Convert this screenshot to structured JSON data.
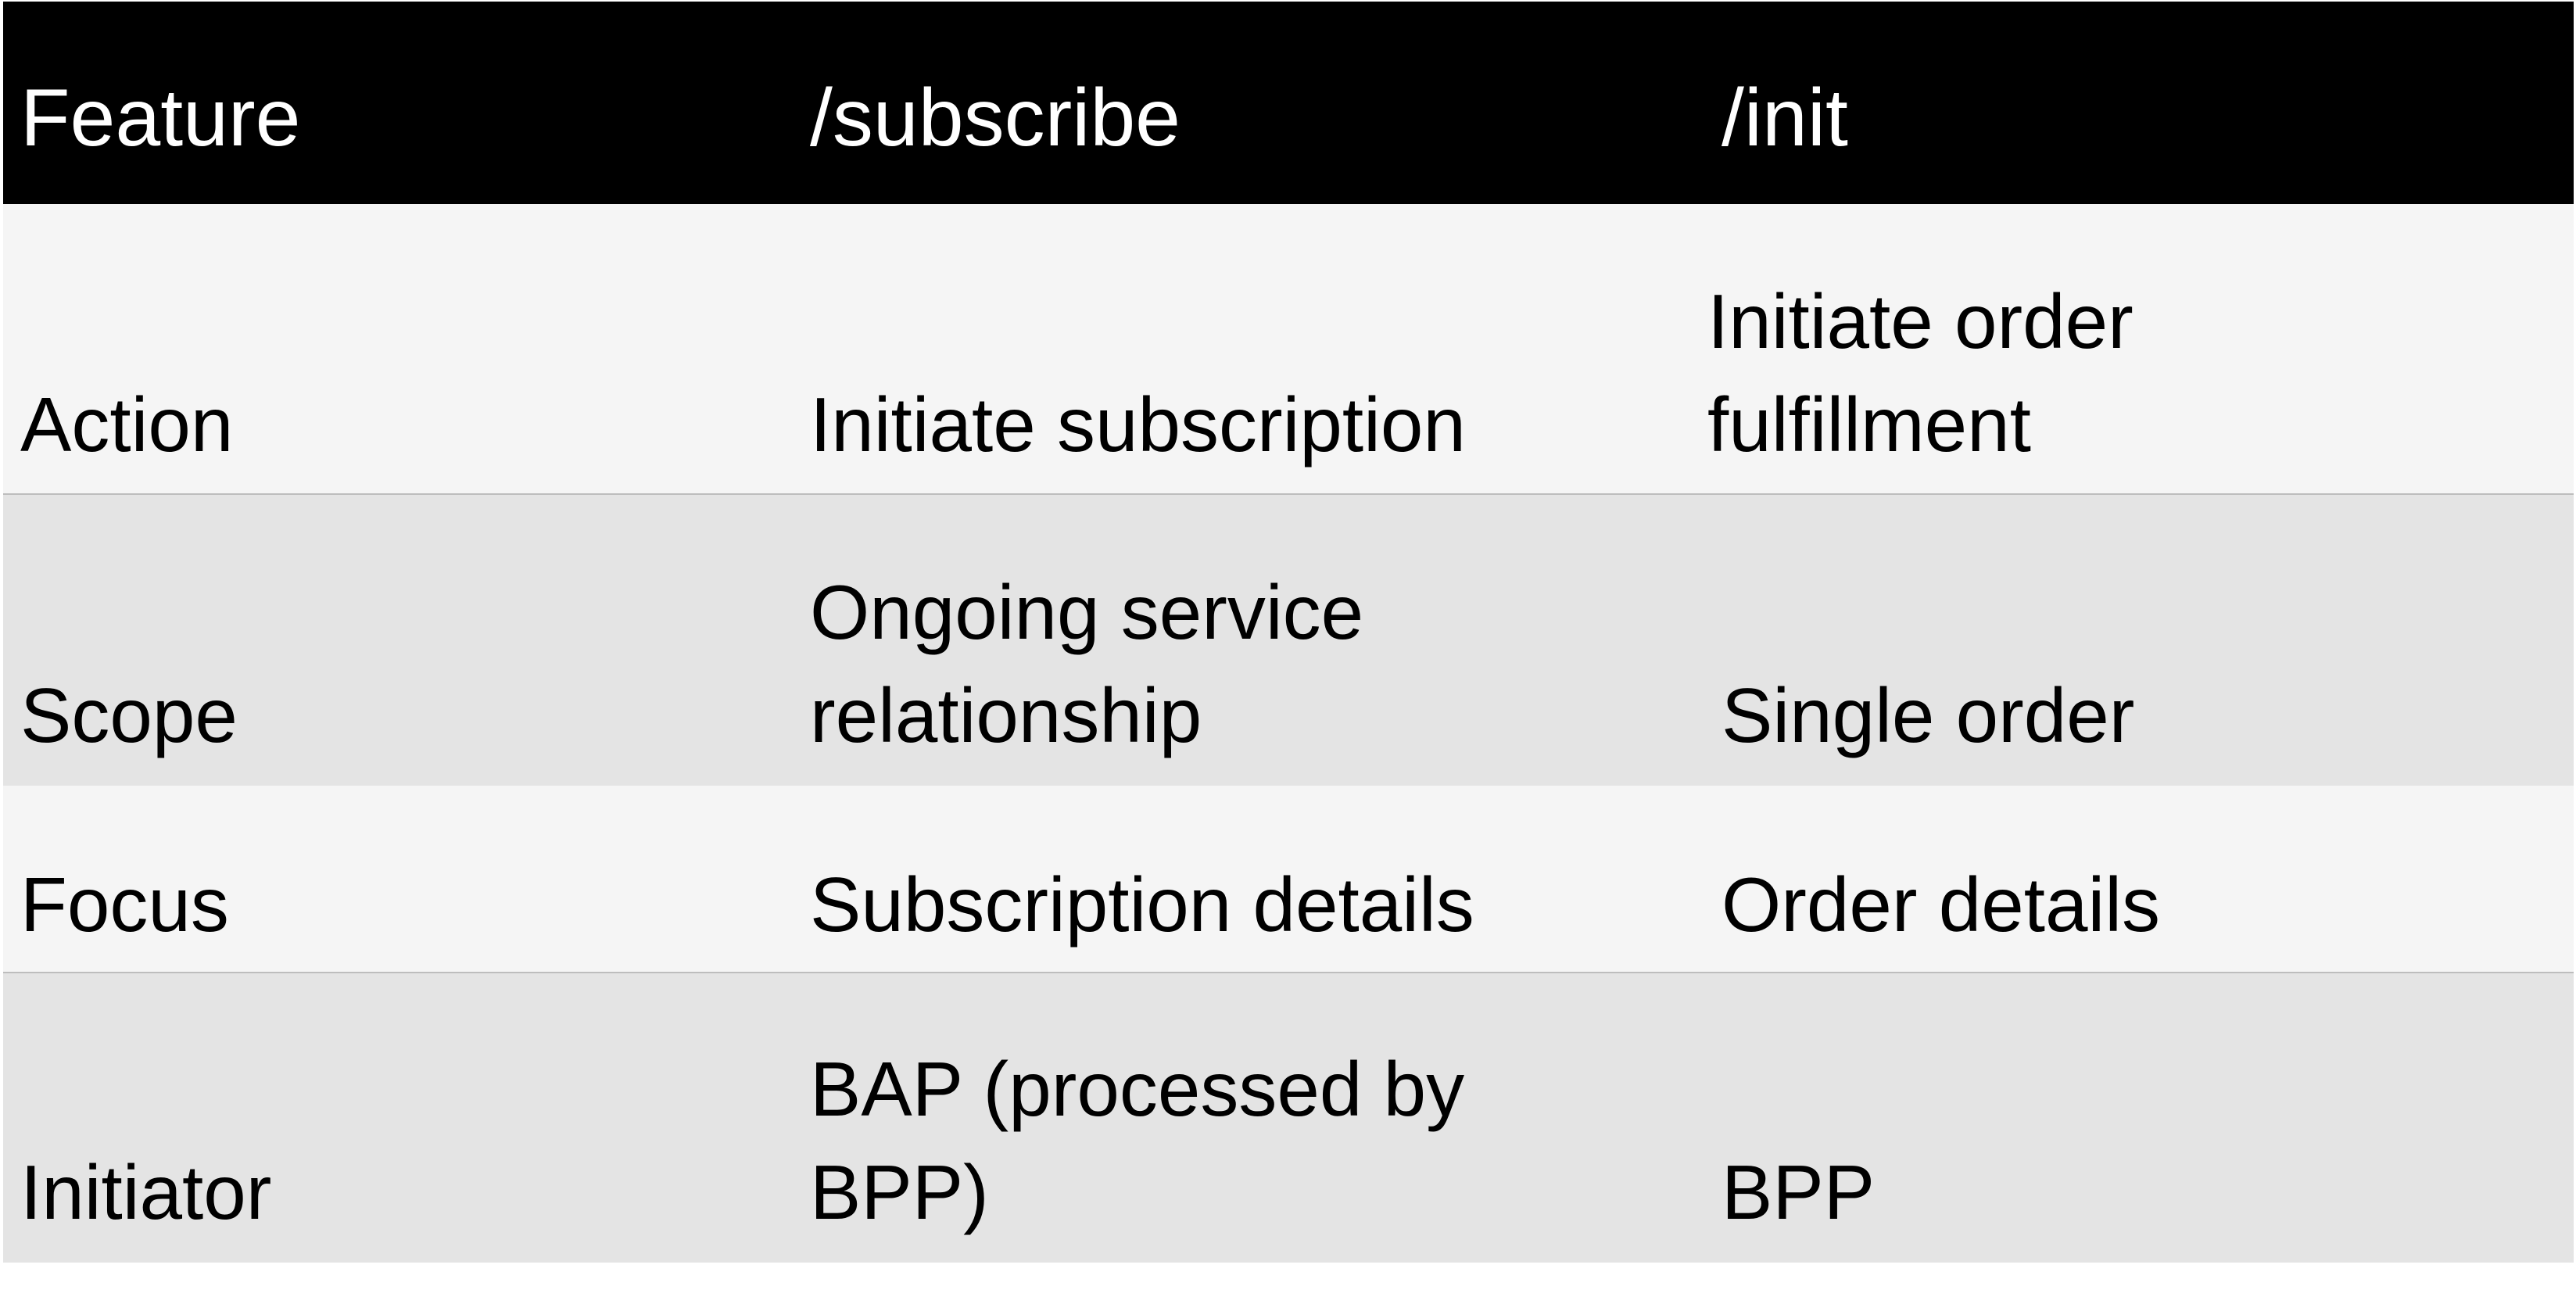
{
  "table": {
    "headers": [
      "Feature",
      "/subscribe",
      "/init"
    ],
    "rows": [
      {
        "feature": "Action",
        "subscribe": [
          "Initiate subscription"
        ],
        "init": [
          "Initiate order",
          "fulfillment"
        ]
      },
      {
        "feature": "Scope",
        "subscribe": [
          "Ongoing service",
          "relationship"
        ],
        "init": [
          "Single order"
        ]
      },
      {
        "feature": "Focus",
        "subscribe": [
          "Subscription details"
        ],
        "init": [
          "Order details"
        ]
      },
      {
        "feature": "Initiator",
        "subscribe": [
          "BAP (processed by",
          "BPP)"
        ],
        "init": [
          "BPP"
        ]
      }
    ]
  },
  "colors": {
    "header_bg": "#000000",
    "header_text": "#ffffff",
    "row_light": "#f5f5f5",
    "row_dark": "#e4e4e4",
    "divider": "#bdbdbd"
  }
}
